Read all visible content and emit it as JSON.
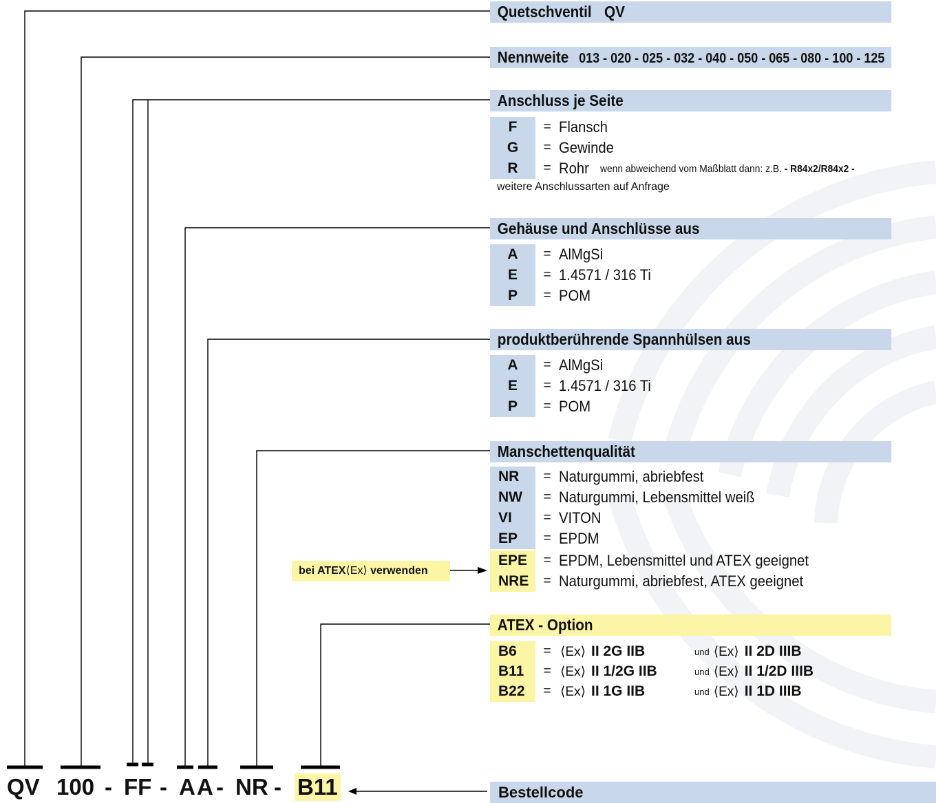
{
  "sections": {
    "quetschventil": {
      "title": "Quetschventil",
      "value": "QV"
    },
    "nennweite": {
      "title": "Nennweite",
      "value": "013 - 020 - 025 - 032 - 040 - 050 - 065 - 080 - 100 - 125"
    },
    "anschluss": {
      "title": "Anschluss je Seite",
      "items": [
        {
          "code": "F",
          "eq": "=",
          "text": "Flansch"
        },
        {
          "code": "G",
          "eq": "=",
          "text": "Gewinde"
        },
        {
          "code": "R",
          "eq": "=",
          "text": "Rohr"
        }
      ],
      "rohr_note": "wenn abweichend vom Maßblatt dann: z.B.",
      "rohr_example": "- R84x2/R84x2 -",
      "extra": "weitere Anschlussarten auf Anfrage"
    },
    "gehaeuse": {
      "title": "Gehäuse und Anschlüsse aus",
      "items": [
        {
          "code": "A",
          "eq": "=",
          "text": "AlMgSi"
        },
        {
          "code": "E",
          "eq": "=",
          "text": "1.4571 / 316 Ti"
        },
        {
          "code": "P",
          "eq": "=",
          "text": "POM"
        }
      ]
    },
    "spannhuelsen": {
      "title": "produktberührende Spannhülsen aus",
      "items": [
        {
          "code": "A",
          "eq": "=",
          "text": "AlMgSi"
        },
        {
          "code": "E",
          "eq": "=",
          "text": "1.4571  / 316 Ti"
        },
        {
          "code": "P",
          "eq": "=",
          "text": "POM"
        }
      ]
    },
    "manschette": {
      "title": "Manschettenqualität",
      "items": [
        {
          "code": "NR",
          "eq": "=",
          "text": "Naturgummi, abriebfest"
        },
        {
          "code": "NW",
          "eq": "=",
          "text": "Naturgummi, Lebensmittel weiß"
        },
        {
          "code": "VI",
          "eq": "=",
          "text": "VITON"
        },
        {
          "code": "EP",
          "eq": "=",
          "text": "EPDM"
        },
        {
          "code": "EPE",
          "eq": "=",
          "text": "EPDM, Lebensmittel und ATEX geeignet"
        },
        {
          "code": "NRE",
          "eq": "=",
          "text": "Naturgummi, abriebfest, ATEX geeignet"
        }
      ],
      "hint_text": "bei ATEX",
      "hint_suffix": "verwenden"
    },
    "atex": {
      "title": "ATEX - Option",
      "ex_symbol": "⟨Ex⟩",
      "und": "und",
      "items": [
        {
          "code": "B6",
          "eq": "=",
          "gas": "II  2G  IIB",
          "dust": "II  2D  IIIB"
        },
        {
          "code": "B11",
          "eq": "=",
          "gas": "II  1/2G  IIB",
          "dust": "II  1/2D  IIIB"
        },
        {
          "code": "B22",
          "eq": "=",
          "gas": "II  1G  IIB",
          "dust": "II  1D  IIIB"
        }
      ]
    }
  },
  "order_code": {
    "parts": [
      "QV",
      "100",
      "-",
      "FF",
      "-",
      "A",
      "A",
      "-",
      "NR",
      "-",
      "B11"
    ],
    "label": "Bestellcode"
  },
  "colors": {
    "blue_band": "#c8d8ea",
    "yellow_band": "#fdf5a6",
    "line": "#000000"
  }
}
